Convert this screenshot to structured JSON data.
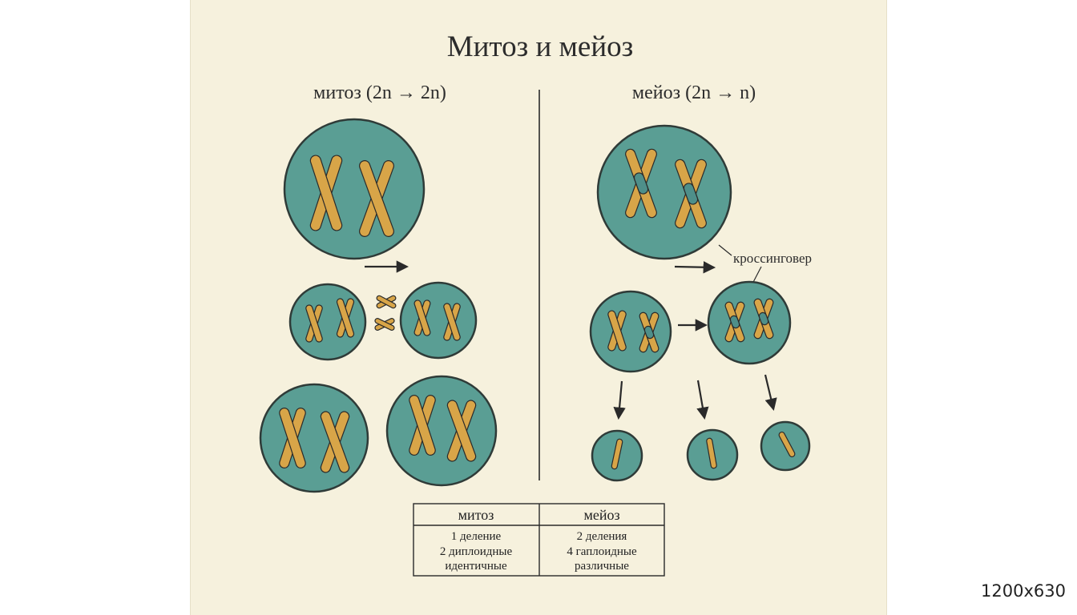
{
  "title": "Митоз и мейоз",
  "mitosis": {
    "heading": "митоз (2n → 2n)"
  },
  "meiosis": {
    "heading": "мейоз (2n → n)",
    "crossover_label": "кроссинговер"
  },
  "table": {
    "headers": [
      "митоз",
      "мейоз"
    ],
    "rows": [
      [
        "1 деление",
        "2 деления"
      ],
      [
        "2 диплоидные",
        "4 гаплоидные"
      ],
      [
        "идентичные",
        "различные"
      ]
    ]
  },
  "image_size_label": "1200x630",
  "colors": {
    "background": "#f6f1dd",
    "cell": "#5a9e94",
    "chromosome": "#d8a548",
    "crossover": "#4e8f8a",
    "outline": "#2f3b38"
  }
}
